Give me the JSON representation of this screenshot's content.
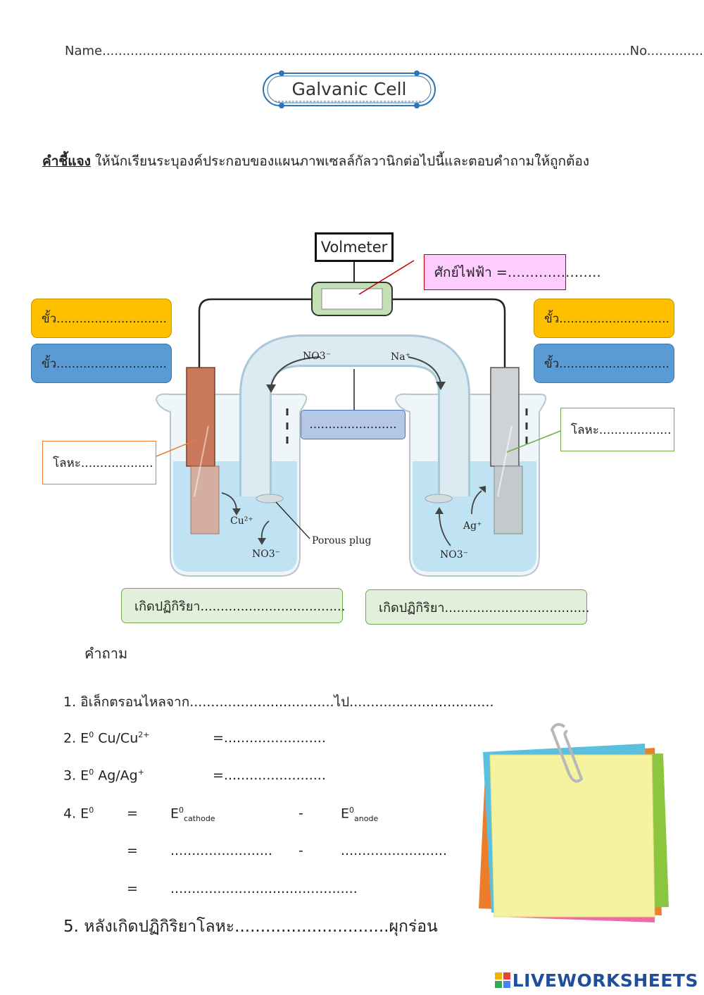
{
  "header": {
    "name_label": "Name...................................................................................................................................No...............",
    "title": "Galvanic Cell"
  },
  "instruction": {
    "label": "คำชี้แจง",
    "text": "ให้นักเรียนระบุองค์ประกอบของแผนภาพเซลล์กัลวานิกต่อไปนี้และตอบคำถามให้ถูกต้อง"
  },
  "diagram": {
    "voltmeter_label": "Volmeter",
    "potential_box": "ศักย์ไฟฟ้า =…………………",
    "left_pole_1": "ขั้ว.............................",
    "left_pole_2": "ขั้ว.............................",
    "right_pole_1": "ขั้ว.............................",
    "right_pole_2": "ขั้ว.............................",
    "salt_bridge_box": ".......................",
    "left_metal_box": "โลหะ...................",
    "right_metal_box": "โลหะ...................",
    "left_reaction_box": "เกิดปฏิกิริยา....................................",
    "right_reaction_box": "เกิดปฏิกิริยา....................................",
    "ion_no3_top": "NO3⁻",
    "ion_na_top": "Na⁺",
    "ion_cu": "Cu²⁺",
    "ion_no3_left": "NO3⁻",
    "porous_plug": "Porous plug",
    "ion_ag": "Ag⁺",
    "ion_no3_right": "NO3⁻",
    "colors": {
      "copper": "#c9785c",
      "silver": "#cfd3d6",
      "solution": "#bfe3f2",
      "pole_yellow": "#ffc000",
      "pole_blue": "#5b9bd5"
    }
  },
  "questions": {
    "heading": "คำถาม",
    "q1": "1.   อิเล็กตรอนไหลจาก..................................ไป..................................",
    "q2_prefix": "2.  E",
    "q2_sup": "0",
    "q2_mid": " Cu/Cu",
    "q2_sup2": "2+",
    "q2_answer": "=........................",
    "q3_prefix": "3.  E",
    "q3_sup": "0",
    "q3_mid": " Ag/Ag",
    "q3_sup2": "+",
    "q3_answer": "=........................",
    "q4_num": "4.  E",
    "q4_sup": "0",
    "q4_eq": "=",
    "q4_ecathode": "E",
    "q4_ecathode_sup": "0",
    "q4_cathode_sub": "cathode",
    "q4_minus": "-",
    "q4_eanode": "E",
    "q4_eanode_sup": "0",
    "q4_anode_sub": "anode",
    "q4_row2_eq": "=",
    "q4_row2_a": "........................",
    "q4_row2_minus": "-",
    "q4_row2_b": ".........................",
    "q4_row3_eq": "=",
    "q4_row3_a": "............................................",
    "q5": "5. หลังเกิดปฏิกิริยาโลหะ..............................ผุกร่อน"
  },
  "branding": {
    "logo_text": "LIVEWORKSHEETS"
  }
}
